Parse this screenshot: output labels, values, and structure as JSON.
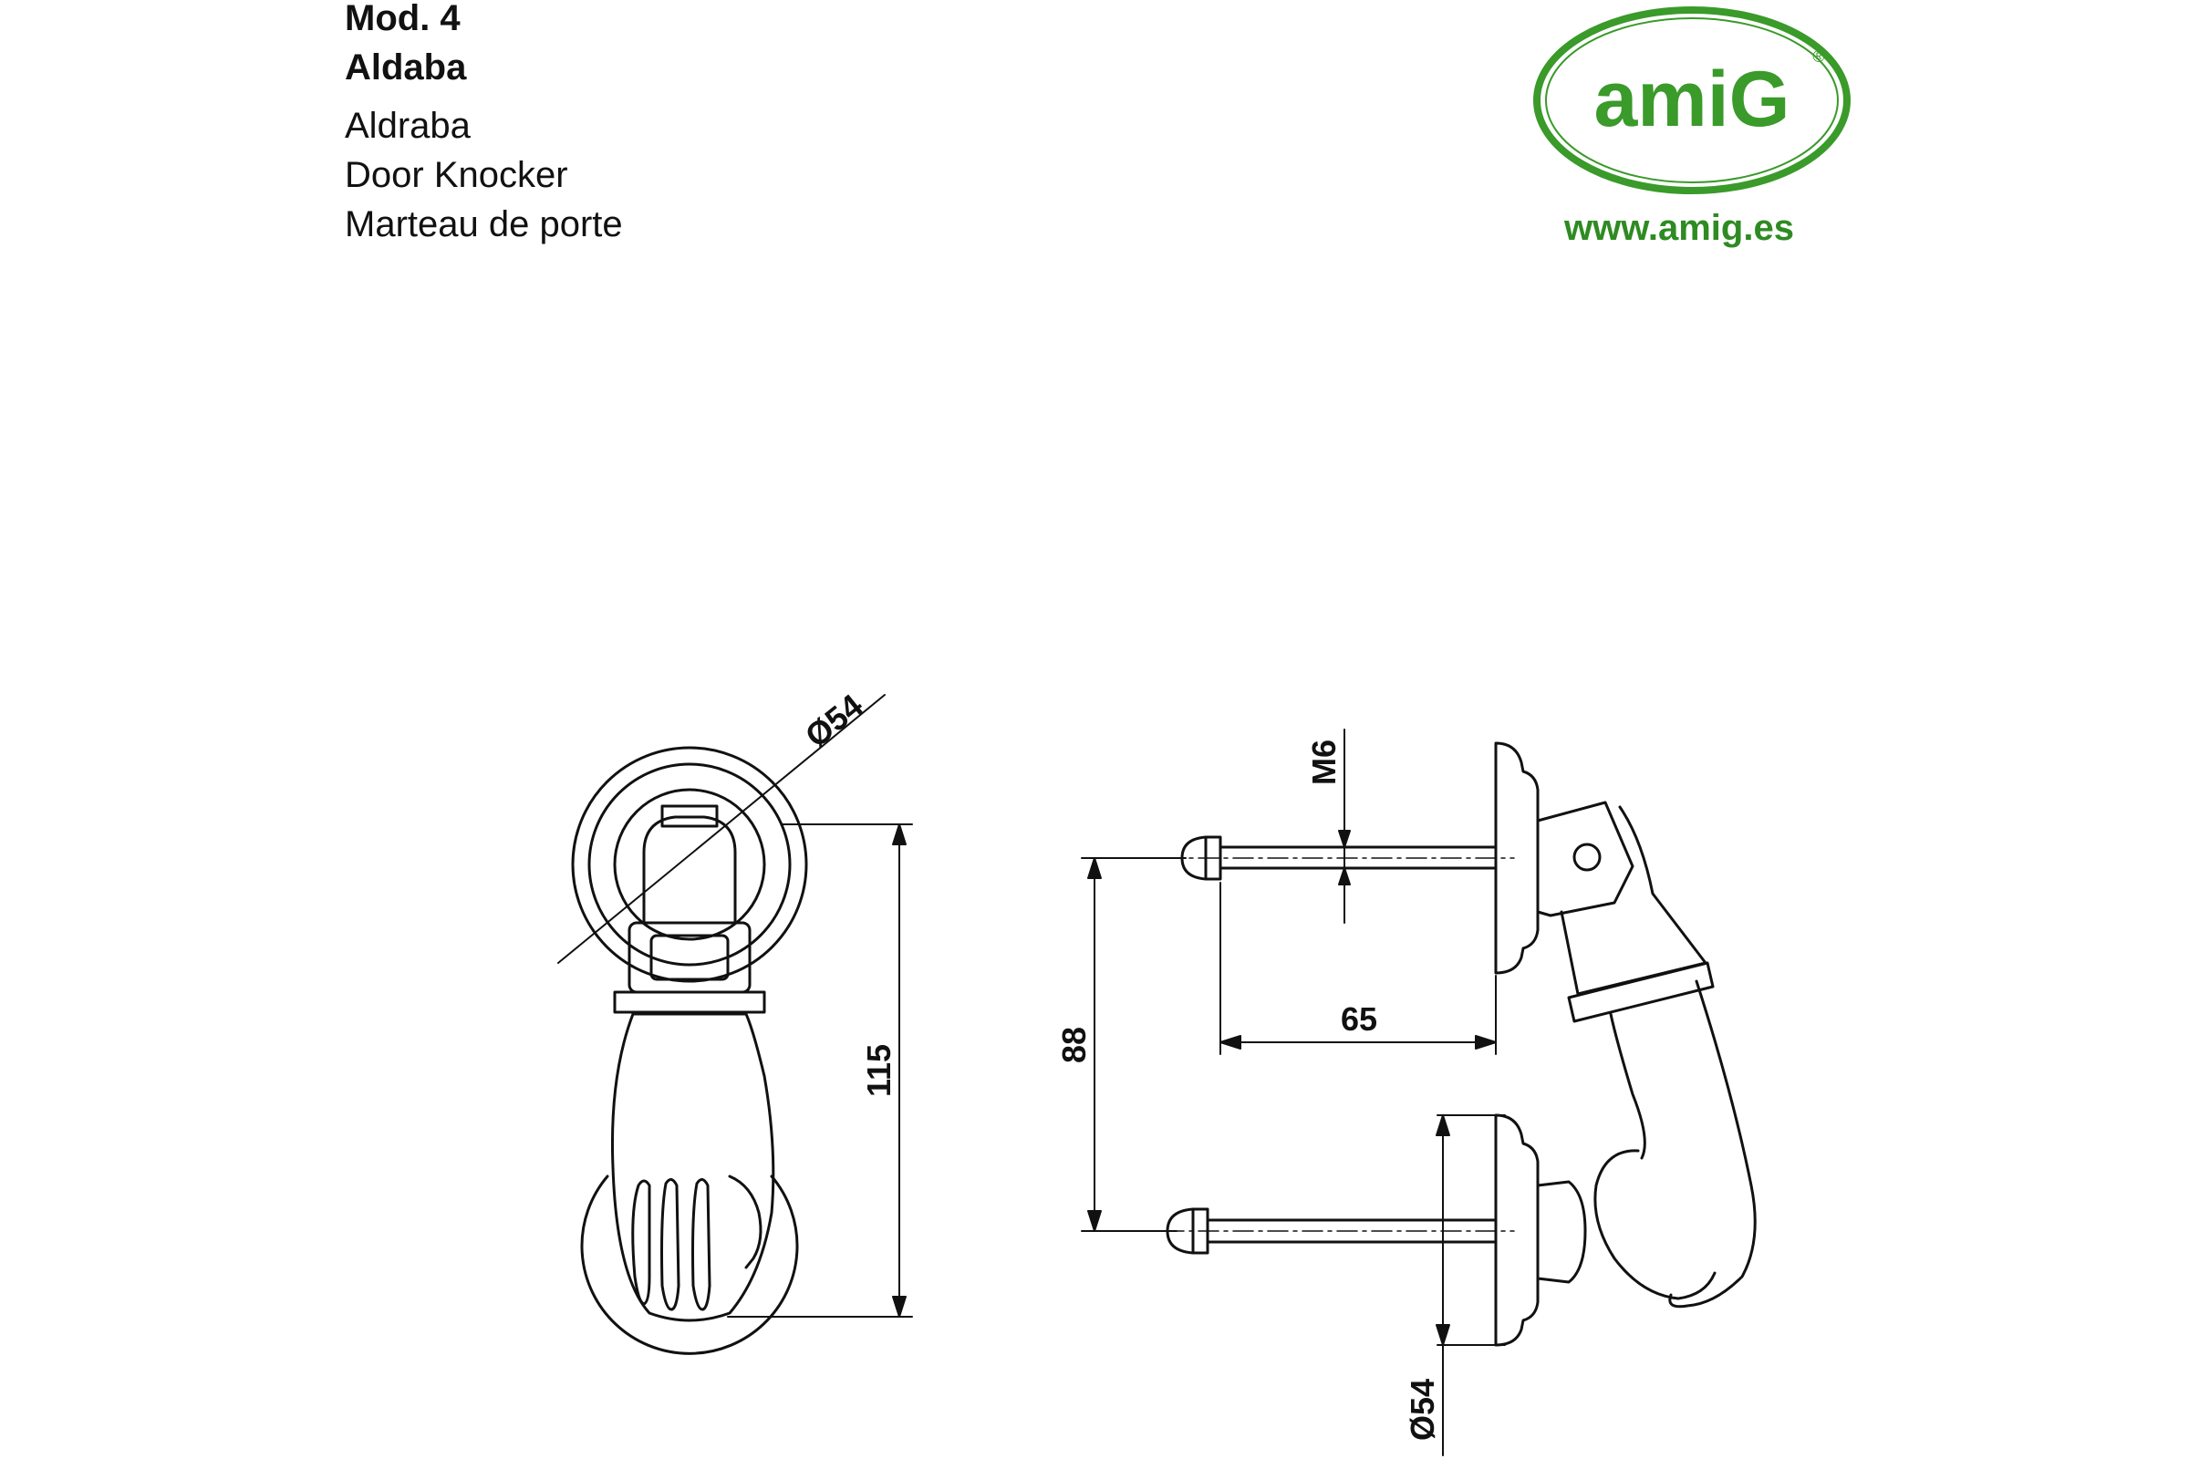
{
  "title_block": {
    "model": "Mod. 4",
    "name_es": "Aldaba",
    "name_pt": "Aldraba",
    "name_en": "Door Knocker",
    "name_fr": "Marteau de porte"
  },
  "brand": {
    "logo_text": "amiG",
    "registered_mark": "®",
    "website": "www.amig.es",
    "color": "#3a9a2a"
  },
  "dimensions": {
    "front_rosette_diameter": "Ø54",
    "front_height": "115",
    "thread": "M6",
    "bolt_length": "65",
    "bolt_spacing": "88",
    "side_rosette_diameter": "Ø54"
  }
}
